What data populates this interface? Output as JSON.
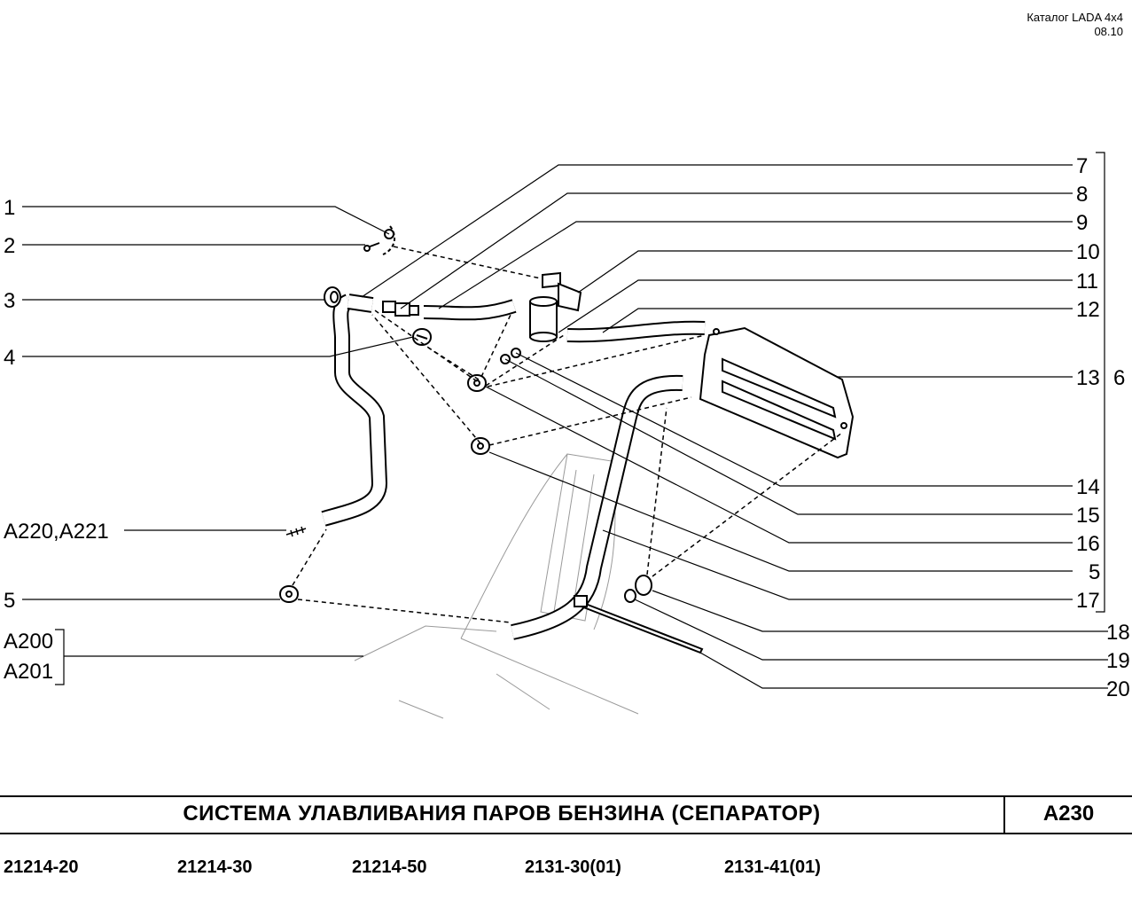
{
  "header": {
    "catalog": "Каталог  LADA  4x4",
    "date": "08.10"
  },
  "diagram": {
    "callouts_left": [
      "1",
      "2",
      "3",
      "4",
      "A220,A221",
      "5"
    ],
    "group_left": [
      "A200",
      "A201"
    ],
    "callouts_right": [
      "7",
      "8",
      "9",
      "10",
      "11",
      "12",
      "13",
      "14",
      "15",
      "16",
      "5",
      "17",
      "18",
      "19",
      "20"
    ],
    "assembly_label": "6"
  },
  "footer": {
    "title": "СИСТЕМА   УЛАВЛИВАНИЯ   ПАРОВ   БЕНЗИНА (СЕПАРАТОР)",
    "code": "А230",
    "models": [
      "21214-20",
      "21214-30",
      "21214-50",
      "2131-30(01)",
      "2131-41(01)"
    ]
  }
}
